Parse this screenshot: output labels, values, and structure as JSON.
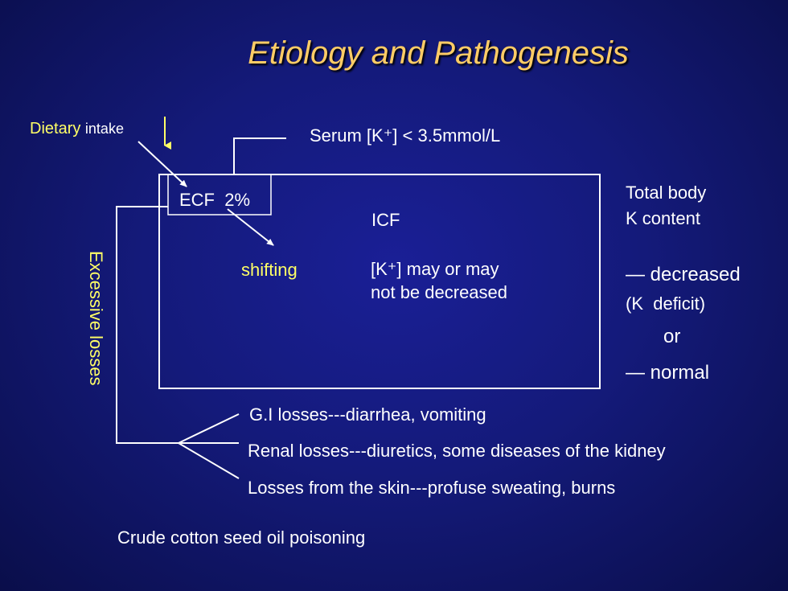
{
  "title": "Etiology and Pathogenesis",
  "dietary": {
    "word": "Dietary",
    "sub": "intake"
  },
  "serum": "Serum [K⁺] < 3.5mmol/L",
  "ecf": "ECF  2%",
  "icf": "ICF",
  "shifting": "shifting",
  "icf_k": [
    "[K⁺] may or may",
    "not be decreased"
  ],
  "total_body": [
    "Total body",
    "K content"
  ],
  "decreased": "— decreased",
  "k_deficit": "(K  deficit)",
  "or": "or",
  "normal": "— normal",
  "excessive": "Excessive losses",
  "losses": [
    "G.I losses---diarrhea, vomiting",
    "Renal losses---diuretics, some diseases of the kidney",
    "Losses from the skin---profuse sweating, burns"
  ],
  "crude": "Crude cotton seed oil poisoning",
  "colors": {
    "title": "#ffcc66",
    "highlight": "#ffff66",
    "background": "#141a7a",
    "text": "#ffffff"
  }
}
